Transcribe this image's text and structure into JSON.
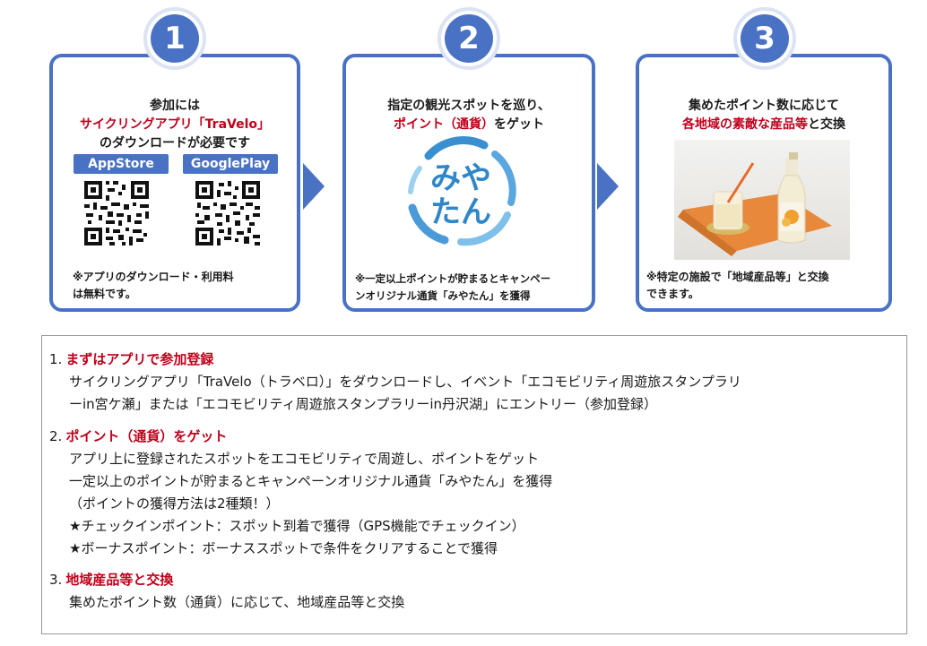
{
  "steps": [
    {
      "number": "1",
      "line1": "参加には",
      "line2": "サイクリングアプリ「TraVelo」",
      "line3": "のダウンロードが必要です",
      "store_a": "AppStore",
      "store_b": "GooglePlay",
      "note_line1": "※アプリのダウンロード・利用料",
      "note_line2": "は無料です。"
    },
    {
      "number": "2",
      "line1": "指定の観光スポットを巡り、",
      "line2_red": "ポイント（通貨）",
      "line2_rest": "をゲット",
      "logo_line1": "みや",
      "logo_line2": "たん",
      "note_line1": "※一定以上ポイントが貯まるとキャンペー",
      "note_line2": "ンオリジナル通貨「みやたん」を獲得"
    },
    {
      "number": "3",
      "line1": "集めたポイント数に応じて",
      "line2_red": "各地域の素敵な産品等",
      "line2_rest": "と交換",
      "note_line1": "※特定の施設で「地域産品等」と交換",
      "note_line2": "できます。"
    }
  ],
  "details": [
    {
      "number": "1.",
      "heading": "まずはアプリで参加登録",
      "lines": [
        "サイクリングアプリ「TraVelo（トラベロ）」をダウンロードし、イベント「エコモビリティ周遊旅スタンプラリ",
        "ーin宮ケ瀬」または「エコモビリティ周遊旅スタンプラリーin丹沢湖」にエントリー（参加登録）"
      ]
    },
    {
      "number": "2.",
      "heading": "ポイント（通貨）をゲット",
      "lines": [
        "アプリ上に登録されたスポットをエコモビリティで周遊し、ポイントをゲット",
        "一定以上のポイントが貯まるとキャンペーンオリジナル通貨「みやたん」を獲得",
        "（ポイントの獲得方法は2種類！）",
        "★チェックインポイント：スポット到着で獲得（GPS機能でチェックイン）",
        "★ボーナスポイント：ボーナススポットで条件をクリアすることで獲得"
      ]
    },
    {
      "number": "3.",
      "heading": "地域産品等と交換",
      "lines": [
        "集めたポイント数（通貨）に応じて、地域産品等と交換"
      ]
    }
  ],
  "colors": {
    "accent": "#4a72c4",
    "highlight": "#c0001b"
  },
  "icons": [
    "qr-code-icon",
    "arrow-right-icon",
    "miyatan-logo-icon"
  ]
}
